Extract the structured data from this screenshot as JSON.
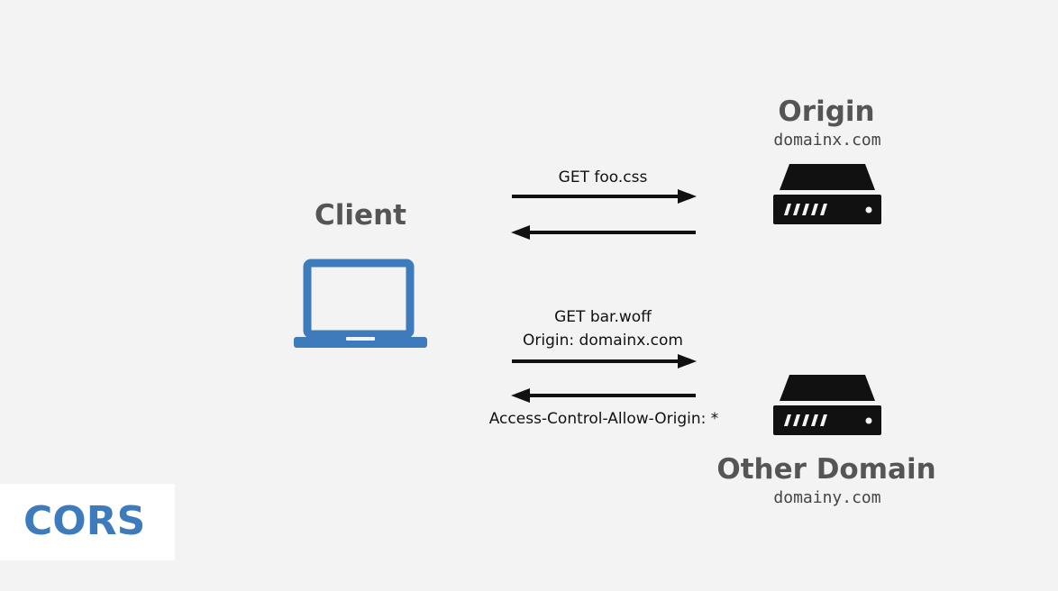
{
  "diagram": {
    "title": "CORS",
    "client": {
      "label": "Client",
      "icon": "laptop-icon",
      "color": "#3e7bbd"
    },
    "origin": {
      "label": "Origin",
      "domain": "domainx.com",
      "icon": "server-icon"
    },
    "other": {
      "label": "Other Domain",
      "domain": "domainy.com",
      "icon": "server-icon"
    },
    "exchanges": {
      "first_request": "GET foo.css",
      "second_request_line1": "GET bar.woff",
      "second_request_line2": "Origin: domainx.com",
      "second_response": "Access-Control-Allow-Origin: *"
    },
    "colors": {
      "background": "#f3f3f3",
      "accent": "#3e7bbd",
      "server": "#111111"
    }
  }
}
